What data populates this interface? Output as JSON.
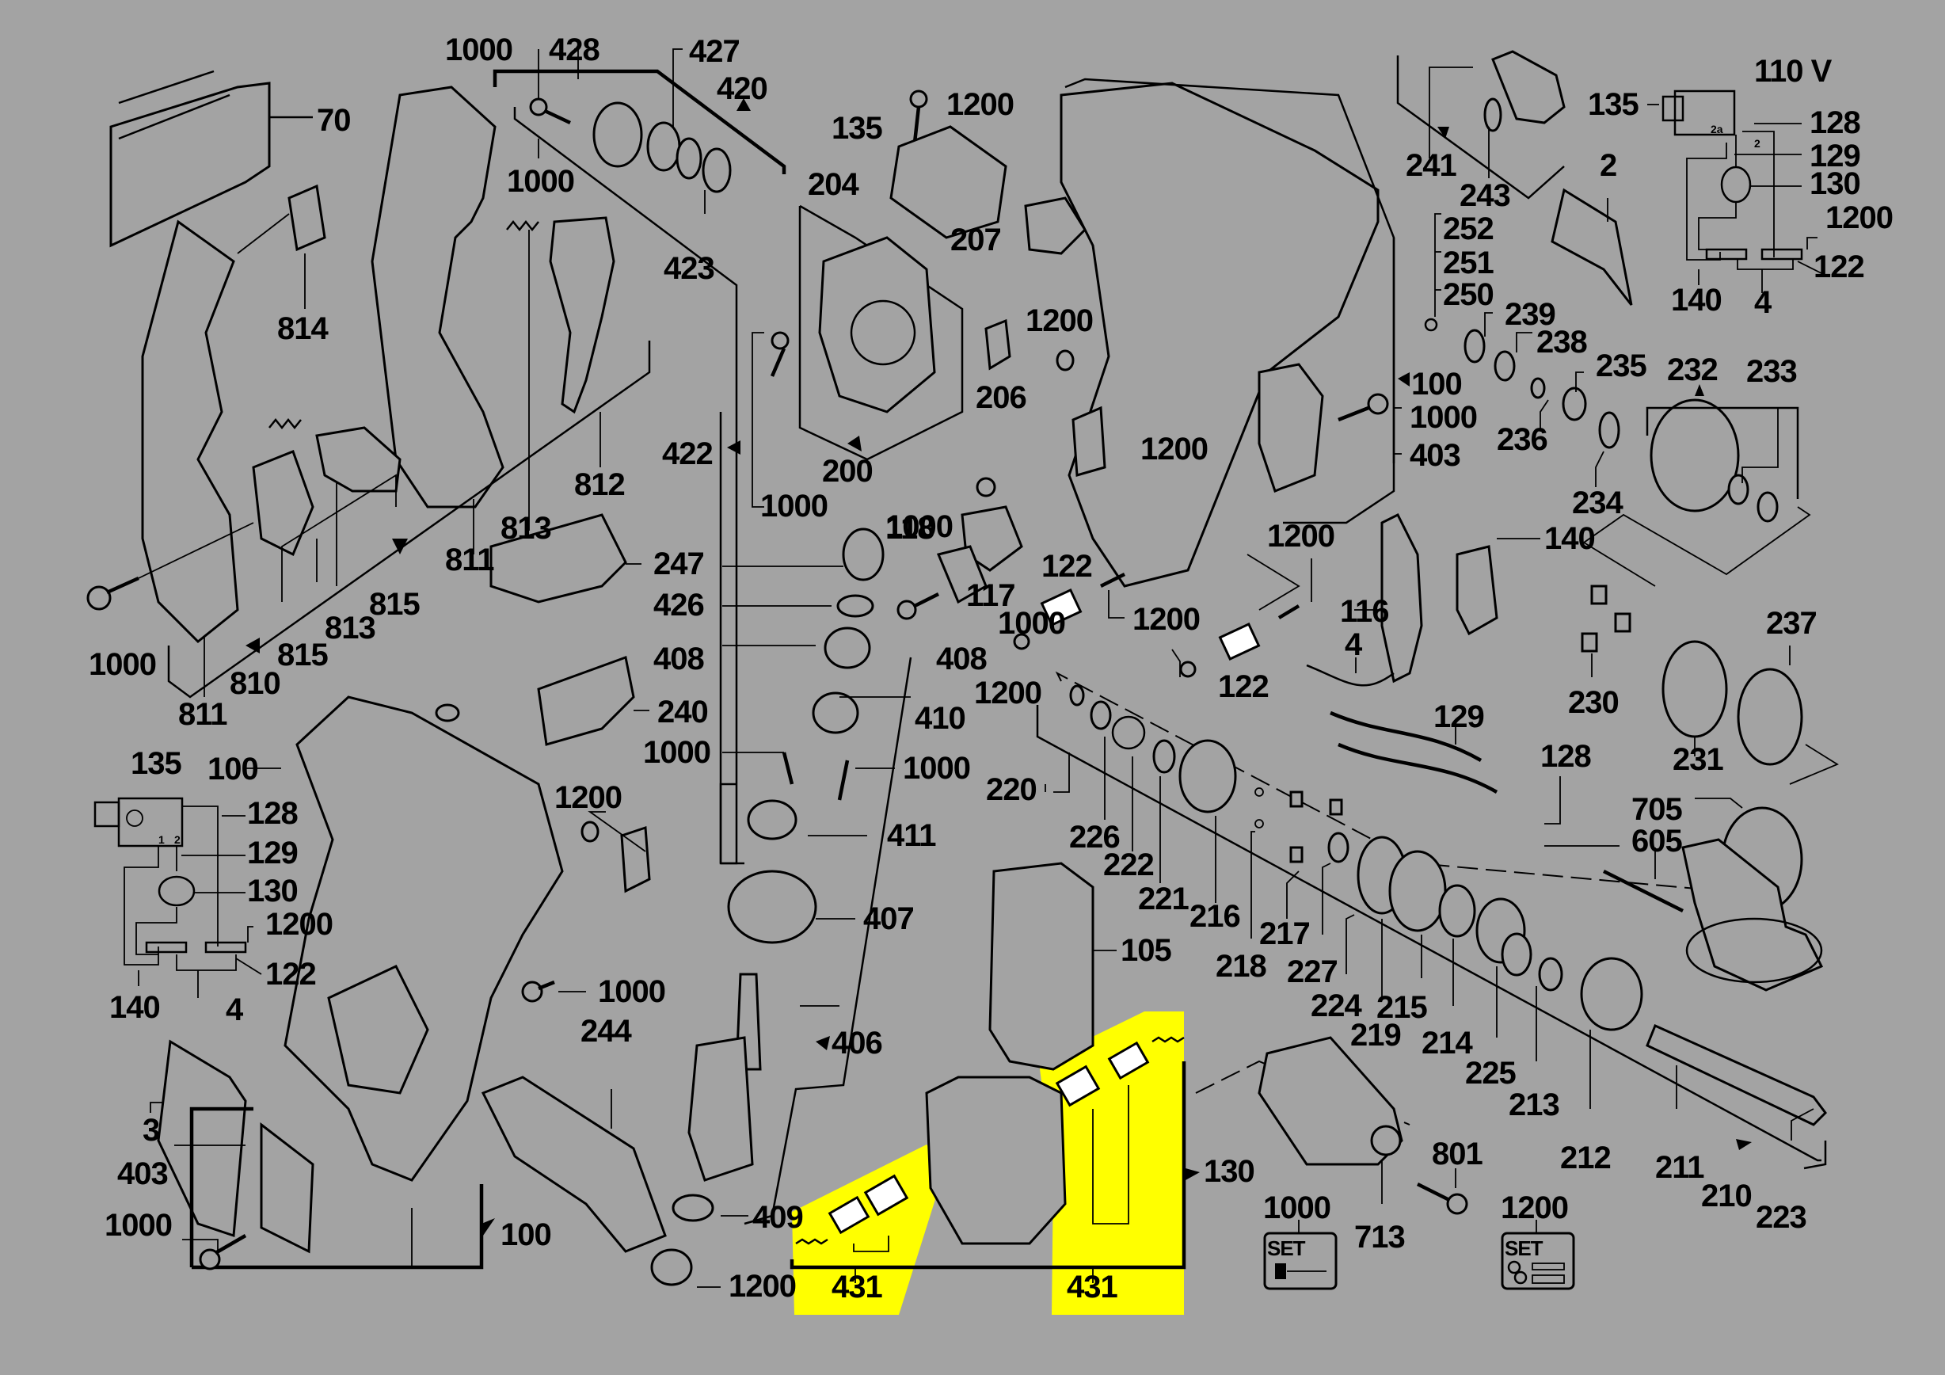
{
  "diagram": {
    "title": "Exploded parts diagram - rotary hammer drill",
    "voltage_label": "110 V",
    "highlight_color": "#ffff00",
    "background_color": "#a3a3a3",
    "highlighted_part": "431",
    "labels": {
      "l1000_top": "1000",
      "l428": "428",
      "l427": "427",
      "l420": "420",
      "l1000_b": "1000",
      "l423": "423",
      "l70": "70",
      "l814": "814",
      "l422": "422",
      "l812": "812",
      "l813a": "813",
      "l811a": "811",
      "l815a": "815",
      "l813b": "813",
      "l815b": "815",
      "l810": "810",
      "l811b": "811",
      "l1000_l": "1000",
      "l1200_t": "1200",
      "l135_c": "135",
      "l204": "204",
      "l207": "207",
      "l1200_m": "1200",
      "l206": "206",
      "l200": "200",
      "l1000_c": "1000",
      "l1200_c": "1200",
      "l118": "118",
      "l1000_d": "1000",
      "l117": "117",
      "l122_a": "122",
      "l1200_d": "1200",
      "l1200_e": "1200",
      "l1200_f": "1200",
      "l122_b": "122",
      "l247": "247",
      "l426": "426",
      "l408a": "408",
      "l408b": "408",
      "l240": "240",
      "l410": "410",
      "l1000_e": "1000",
      "l1000_f": "1000",
      "l411": "411",
      "l407": "407",
      "l406": "406",
      "l409": "409",
      "l1200_g": "1200",
      "l431a": "431",
      "l431b": "431",
      "l130_b": "130",
      "l105": "105",
      "l241": "241",
      "l243": "243",
      "l2": "2",
      "l252": "252",
      "l251": "251",
      "l250": "250",
      "l239": "239",
      "l238": "238",
      "l235": "235",
      "l236": "236",
      "l232": "232",
      "l233": "233",
      "l234": "234",
      "l100_r": "100",
      "l1000_r": "1000",
      "l403_r": "403",
      "l116": "116",
      "l4_m": "4",
      "l140_m": "140",
      "l230": "230",
      "l231": "231",
      "l237": "237",
      "l129_m": "129",
      "l128_m": "128",
      "l220": "220",
      "l226": "226",
      "l222": "222",
      "l221": "221",
      "l216": "216",
      "l218": "218",
      "l217": "217",
      "l227": "227",
      "l224": "224",
      "l219": "219",
      "l215": "215",
      "l214": "214",
      "l225": "225",
      "l213": "213",
      "l212": "212",
      "l211": "211",
      "l210": "210",
      "l223": "223",
      "l705": "705",
      "l605": "605",
      "l801": "801",
      "l713": "713",
      "l1000_set": "1000",
      "l1200_set": "1200",
      "l135_r": "135",
      "l128_r": "128",
      "l129_r": "129",
      "l130_r": "130",
      "l1200_r": "1200",
      "l122_r": "122",
      "l140_r": "140",
      "l4_r": "4",
      "l135_l": "135",
      "l100_l": "100",
      "l128_l": "128",
      "l129_l": "129",
      "l130_l": "130",
      "l1200_l": "1200",
      "l122_l": "122",
      "l140_l": "140",
      "l4_l": "4",
      "l1200_l2": "1200",
      "l1000_l2": "1000",
      "l244": "244",
      "l3": "3",
      "l403_l": "403",
      "l1000_l3": "1000",
      "l100_b": "100"
    },
    "set_boxes": [
      {
        "part": "1000",
        "text": "SET",
        "icon": "screw-set-icon"
      },
      {
        "part": "1200",
        "text": "SET",
        "icon": "hardware-set-icon"
      }
    ],
    "schematic_pins": {
      "pin1": "1",
      "pin2": "2",
      "pin2a": "2a",
      "pin2b": "2"
    }
  }
}
